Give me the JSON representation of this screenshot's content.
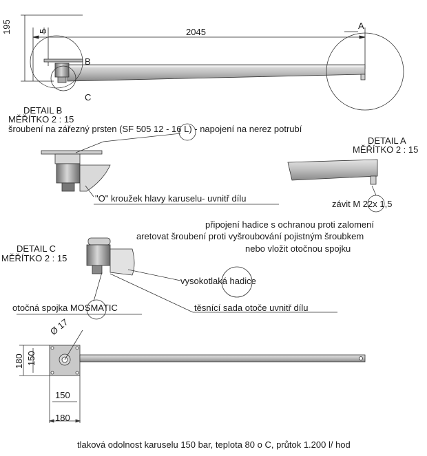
{
  "top_view": {
    "dim_length": "2045",
    "dim_height": "195",
    "dim_offset": "5",
    "label_a": "A",
    "label_b": "B",
    "label_c": "C"
  },
  "detail_b": {
    "title": "DETAIL B",
    "scale": "MĚŘÍTKO 2 : 15",
    "note": "šroubení na zářezný prsten  (SF 505 12 - 16 L)  - napojení na nerez potrubí",
    "oring_note": "\"O\" kroužek hlavy karuselu- uvnitř dílu"
  },
  "detail_a": {
    "title": "DETAIL A",
    "scale": "MĚŘÍTKO 2 : 15",
    "thread_note": "závit M 22x 1,5"
  },
  "notes": {
    "line1": "připojení hadice s ochranou proti zalomení",
    "line2": "aretovat šroubení proti vyšroubování pojistným šroubkem",
    "line3": "nebo  vložit otočnou spojku"
  },
  "detail_c": {
    "title": "DETAIL C",
    "scale": "MĚŘÍTKO 2 : 15",
    "hose": "vysokotlaká hadice",
    "swivel": "otočná spojka MOSMATIC",
    "seal": "těsnící sada otoče uvnitř dílu"
  },
  "plan_view": {
    "dim_diameter": "Ø 17",
    "dim_180_v": "180",
    "dim_150_v": "150",
    "dim_150_h": "150",
    "dim_180_h": "180"
  },
  "footer": {
    "text": "tlaková odolnost karuselu 150 bar, teplota 80 o C, průtok 1.200 l/ hod"
  }
}
